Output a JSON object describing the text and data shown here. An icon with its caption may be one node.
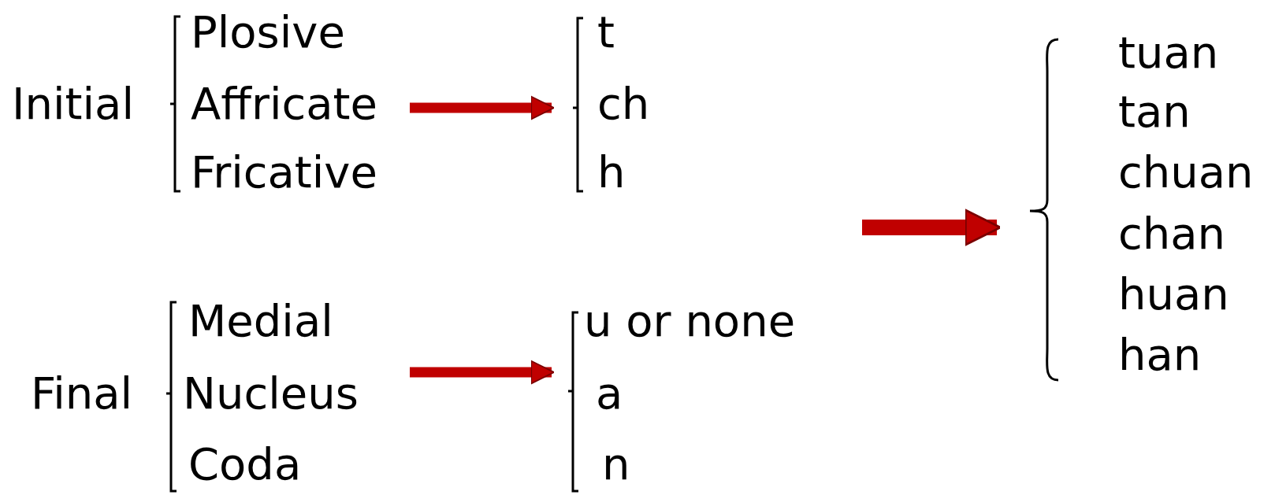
{
  "diagram": {
    "nodes": [
      {
        "text": [
          "Plosive",
          "Affricate",
          "Fricative"
        ]
      },
      {
        "text": [
          "t",
          "ch",
          "h"
        ]
      },
      {
        "text": [
          "Medial",
          "Nucleus",
          "Coda"
        ]
      },
      {
        "text": [
          "u or none",
          "a",
          "n"
        ]
      },
      {
        "text": [
          "tuan",
          "tan",
          "chuan",
          "chan",
          "huan",
          "han"
        ]
      }
    ],
    "edges": [
      {
        "from": 0,
        "to": 1,
        "arrow": "to"
      },
      {
        "from": 2,
        "to": 3,
        "arrow": "to"
      },
      {
        "from": null,
        "to": 4,
        "arrow": "to"
      }
    ],
    "labels": [
      "Initial",
      "Final"
    ]
  }
}
